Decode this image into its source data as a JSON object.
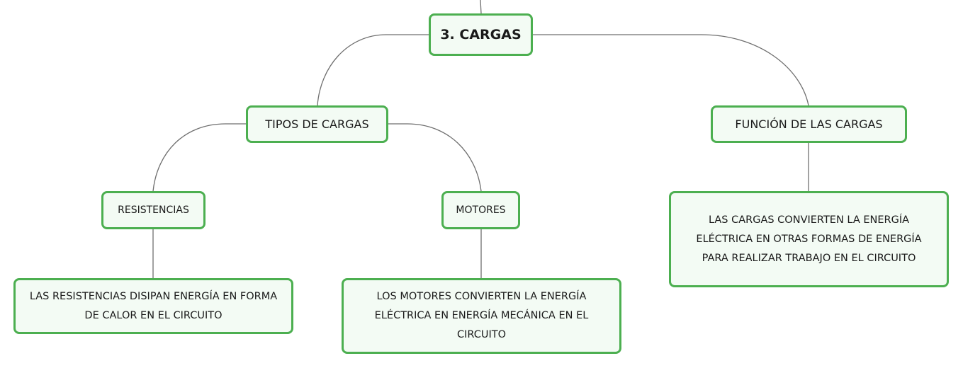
{
  "map": {
    "root": "3. CARGAS",
    "tipos": "TIPOS DE CARGAS",
    "funcion": "FUNCIÓN DE LAS CARGAS",
    "resistencias": "RESISTENCIAS",
    "motores": "MOTORES",
    "desc_resistencias": "LAS RESISTENCIAS DISIPAN ENERGÍA EN FORMA DE CALOR EN EL CIRCUITO",
    "desc_motores": "LOS MOTORES CONVIERTEN LA ENERGÍA ELÉCTRICA EN ENERGÍA MECÁNICA EN EL CIRCUITO",
    "desc_funcion": "LAS CARGAS CONVIERTEN LA ENERGÍA ELÉCTRICA EN OTRAS FORMAS DE ENERGÍA PARA REALIZAR TRABAJO EN EL CIRCUITO"
  },
  "colors": {
    "node_border": "#4caf50",
    "node_fill": "#f3fbf4",
    "connector": "#6f6f6f"
  }
}
